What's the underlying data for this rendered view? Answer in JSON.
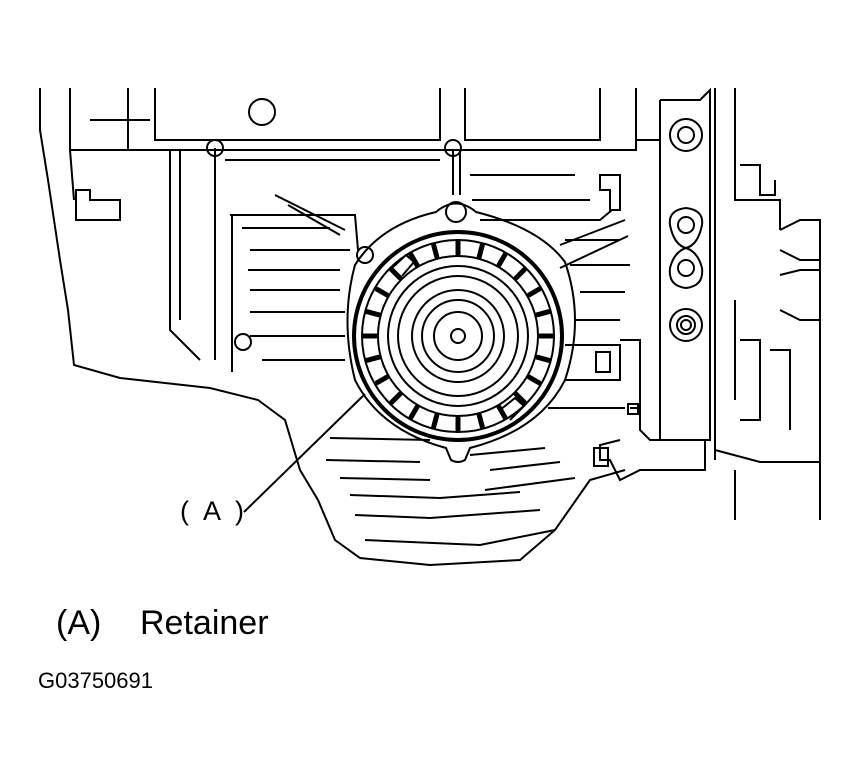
{
  "diagram": {
    "callout_label": "( A )",
    "legend": [
      {
        "key": "(A)",
        "text": "Retainer"
      }
    ],
    "figure_id": "G03750691"
  }
}
